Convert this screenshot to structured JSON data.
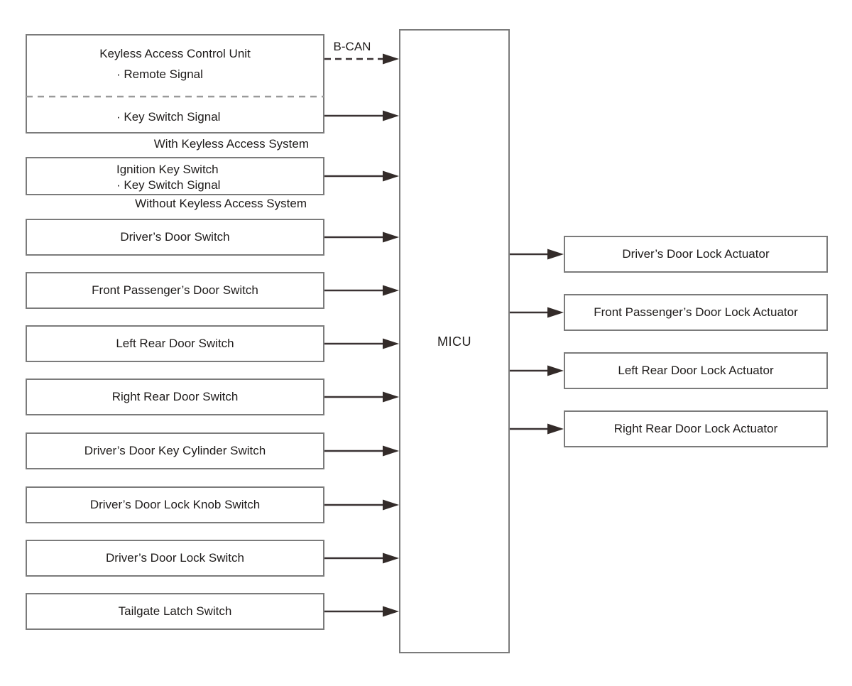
{
  "diagram": {
    "micu": {
      "label": "MICU"
    },
    "bus_label": "B-CAN",
    "keyless_unit": {
      "title": "Keyless Access Control Unit",
      "remote_signal": "· Remote Signal",
      "key_switch_signal": "· Key Switch Signal",
      "caption": "With Keyless Access System"
    },
    "ignition": {
      "title": "Ignition Key Switch",
      "key_switch_signal": "· Key Switch Signal",
      "caption": "Without Keyless Access System"
    },
    "input_switches": [
      "Driver’s Door Switch",
      "Front Passenger’s Door Switch",
      "Left Rear Door Switch",
      "Right Rear Door Switch",
      "Driver’s Door Key Cylinder Switch",
      "Driver’s Door Lock Knob Switch",
      "Driver’s Door Lock Switch",
      "Tailgate Latch Switch"
    ],
    "output_actuators": [
      "Driver’s Door Lock Actuator",
      "Front Passenger’s Door Lock Actuator",
      "Left Rear Door Lock Actuator",
      "Right Rear Door Lock Actuator"
    ]
  },
  "colors": {
    "background": "#ffffff",
    "box_border": "#7b7b7b",
    "line": "#3a3233",
    "arrowhead": "#332b29",
    "divider": "#9a9a9a",
    "text": "#1f1c1b"
  }
}
